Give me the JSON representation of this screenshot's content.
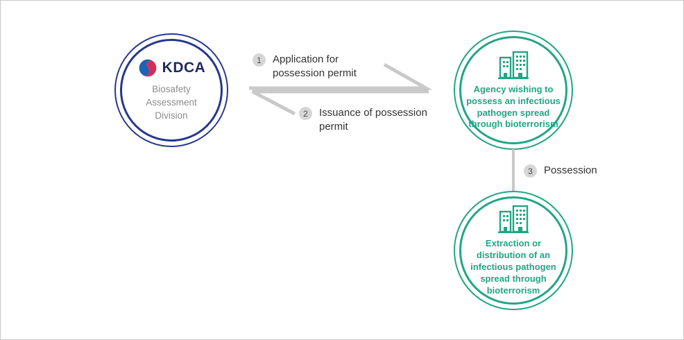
{
  "colors": {
    "navy": "#25368f",
    "navyText": "#1b2a5e",
    "green": "#21a585",
    "arrowGray": "#c9c9c9",
    "labelDark": "#333333",
    "mutedGray": "#8c8c8c",
    "badgeBg": "#d6d6d6",
    "badgeText": "#4a4a4a",
    "logoBlue": "#1c63b7",
    "logoRed": "#cf3059"
  },
  "kdca_node": {
    "org": "KDCA",
    "division": "Biosafety Assessment Division"
  },
  "steps": [
    {
      "num": "1",
      "label": "Application for possession permit"
    },
    {
      "num": "2",
      "label": "Issuance of possession permit"
    },
    {
      "num": "3",
      "label": "Possession"
    }
  ],
  "agency_node": {
    "label": "Agency wishing to possess an infectious pathogen spread through bioterrorism"
  },
  "distribution_node": {
    "label": "Extraction or distribution of an infectious pathogen spread through bioterrorism"
  }
}
